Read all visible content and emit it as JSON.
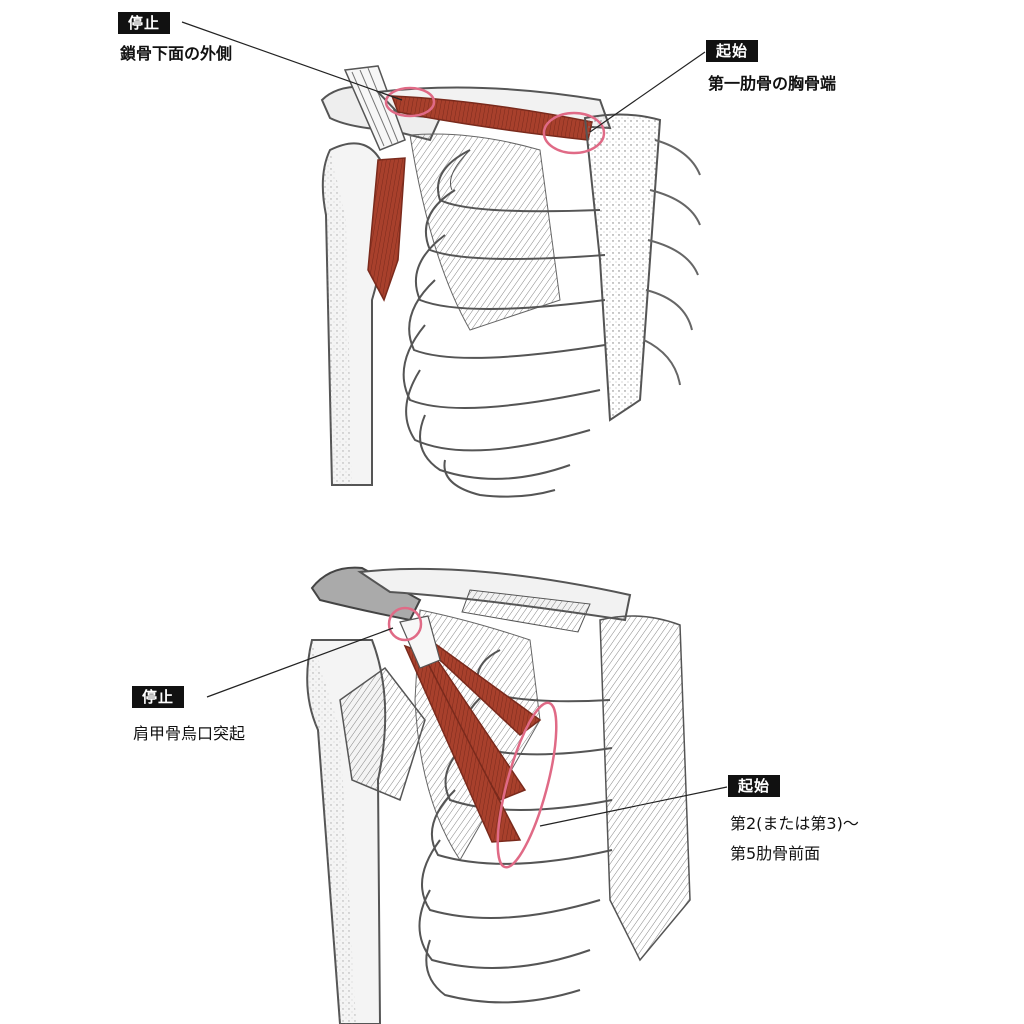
{
  "top_diagram": {
    "insertion": {
      "tag": "停止",
      "text": "鎖骨下面の外側"
    },
    "origin": {
      "tag": "起始",
      "text": "第一肋骨の胸骨端"
    }
  },
  "bottom_diagram": {
    "insertion": {
      "tag": "停止",
      "text": "肩甲骨烏口突起"
    },
    "origin": {
      "tag": "起始",
      "line1": "第2(または第3)～",
      "line2": "第5肋骨前面"
    }
  },
  "colors": {
    "muscle": "#a8402c",
    "muscle_dark": "#7a2a1c",
    "highlight_ring": "#e06a86",
    "bone_stroke": "#555555",
    "tag_bg": "#111111"
  }
}
